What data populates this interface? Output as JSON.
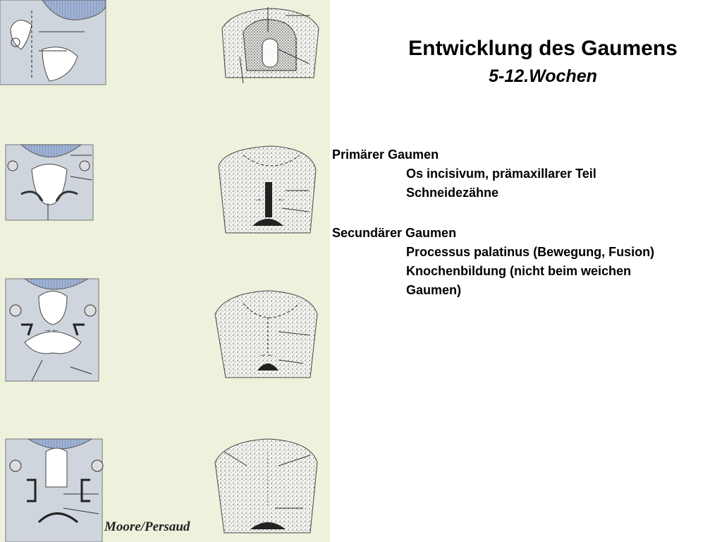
{
  "slide": {
    "title": "Entwicklung des Gaumens",
    "subtitle": "5-12.Wochen",
    "sections": [
      {
        "heading": "Primärer Gaumen",
        "items": [
          "Os incisivum, prämaxillarer Teil",
          "Schneidezähne"
        ]
      },
      {
        "heading": "Secundärer Gaumen",
        "items": [
          "Processus palatinus (Bewegung, Fusion)",
          "Knochenbildung (nicht beim weichen",
          "Gaumen)"
        ]
      }
    ]
  },
  "figure": {
    "credit": "Moore/Persaud",
    "background_color": "#eef2dc",
    "blue_color": "#8fa3c8"
  }
}
